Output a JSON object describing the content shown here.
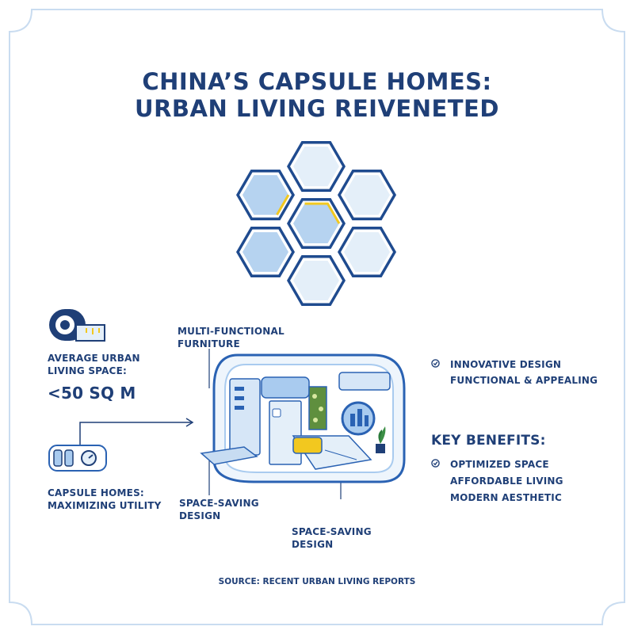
{
  "title": {
    "line1": "CHINA’S CAPSULE HOMES:",
    "line2": "URBAN LIVING REIVENETED"
  },
  "colors": {
    "navy": "#1f3f77",
    "blue": "#2a62b3",
    "light_blue": "#a9cbef",
    "pale_blue": "#e4eff9",
    "yellow": "#f2c81f",
    "border": "#c9dcf0"
  },
  "icons": {
    "tape": "tape-measure-icon",
    "panel": "control-panel-icon",
    "check": "check-circle-icon",
    "arrow": "arrow-right-icon"
  },
  "stats": {
    "label_line1": "AVERAGE URBAN",
    "label_line2": "LIVING SPACE:",
    "value": "<50 SQ M"
  },
  "capsule_note": {
    "line1": "CAPSULE HOMES:",
    "line2": "MAXIMIZING UTILITY"
  },
  "callouts": {
    "furniture_line1": "MULTI-FUNCTIONAL",
    "furniture_line2": "FURNITURE",
    "space_left_line1": "SPACE-SAVING",
    "space_left_line2": "DESIGN",
    "space_bottom_line1": "SPACE-SAVING",
    "space_bottom_line2": "DESIGN"
  },
  "innovation": {
    "line1": "INNOVATIVE DESIGN",
    "line2": "FUNCTIONAL & APPEALING"
  },
  "benefits": {
    "heading": "KEY BENEFITS:",
    "items": [
      "OPTIMIZED SPACE",
      "AFFORDABLE LIVING",
      "MODERN AESTHETIC"
    ]
  },
  "source": "SOURCE: RECENT URBAN LIVING REPORTS"
}
